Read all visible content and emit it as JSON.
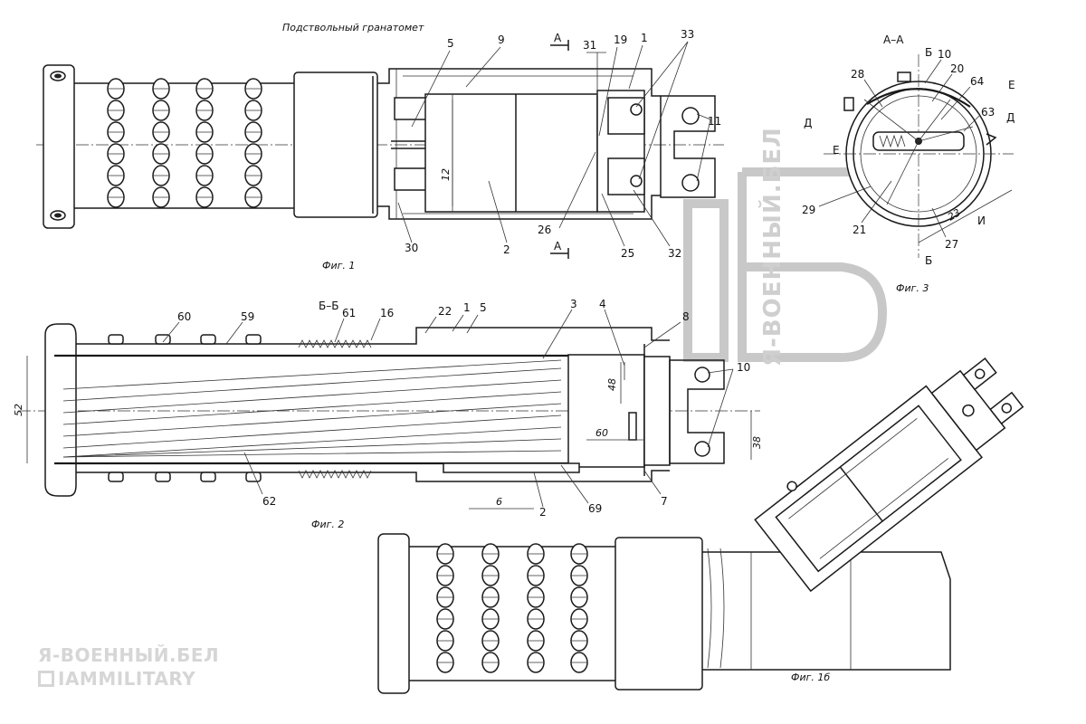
{
  "drawing_title": "Подствольный гранатомет",
  "figures": {
    "fig1": "Фиг. 1",
    "fig2": "Фиг. 2",
    "fig3": "Фиг. 3",
    "fig1b": "Фиг. 1б"
  },
  "sections": {
    "aa": "А–А",
    "bb": "Б–Б",
    "a": "А",
    "b": "Б",
    "d": "Д",
    "e": "Е",
    "i": "И"
  },
  "dimensions": {
    "d12": "12",
    "d52": "52",
    "d48": "48",
    "d60": "60",
    "d38": "38",
    "d6": "6",
    "d23": "23"
  },
  "fig1_labels": [
    "5",
    "9",
    "31",
    "19",
    "1",
    "33",
    "11",
    "30",
    "2",
    "26",
    "25",
    "32"
  ],
  "fig3_labels": [
    "10",
    "20",
    "64",
    "28",
    "63",
    "29",
    "21",
    "27"
  ],
  "fig2_labels": [
    "60",
    "59",
    "61",
    "16",
    "22",
    "1",
    "5",
    "3",
    "4",
    "8",
    "10",
    "62",
    "2",
    "69",
    "7"
  ],
  "watermark": {
    "vertical": "Я-ВОЕННЫЙ.БЕЛ",
    "brand_line1": "Я-ВОЕННЫЙ.БЕЛ",
    "brand_line2": "IAMMILITARY"
  }
}
